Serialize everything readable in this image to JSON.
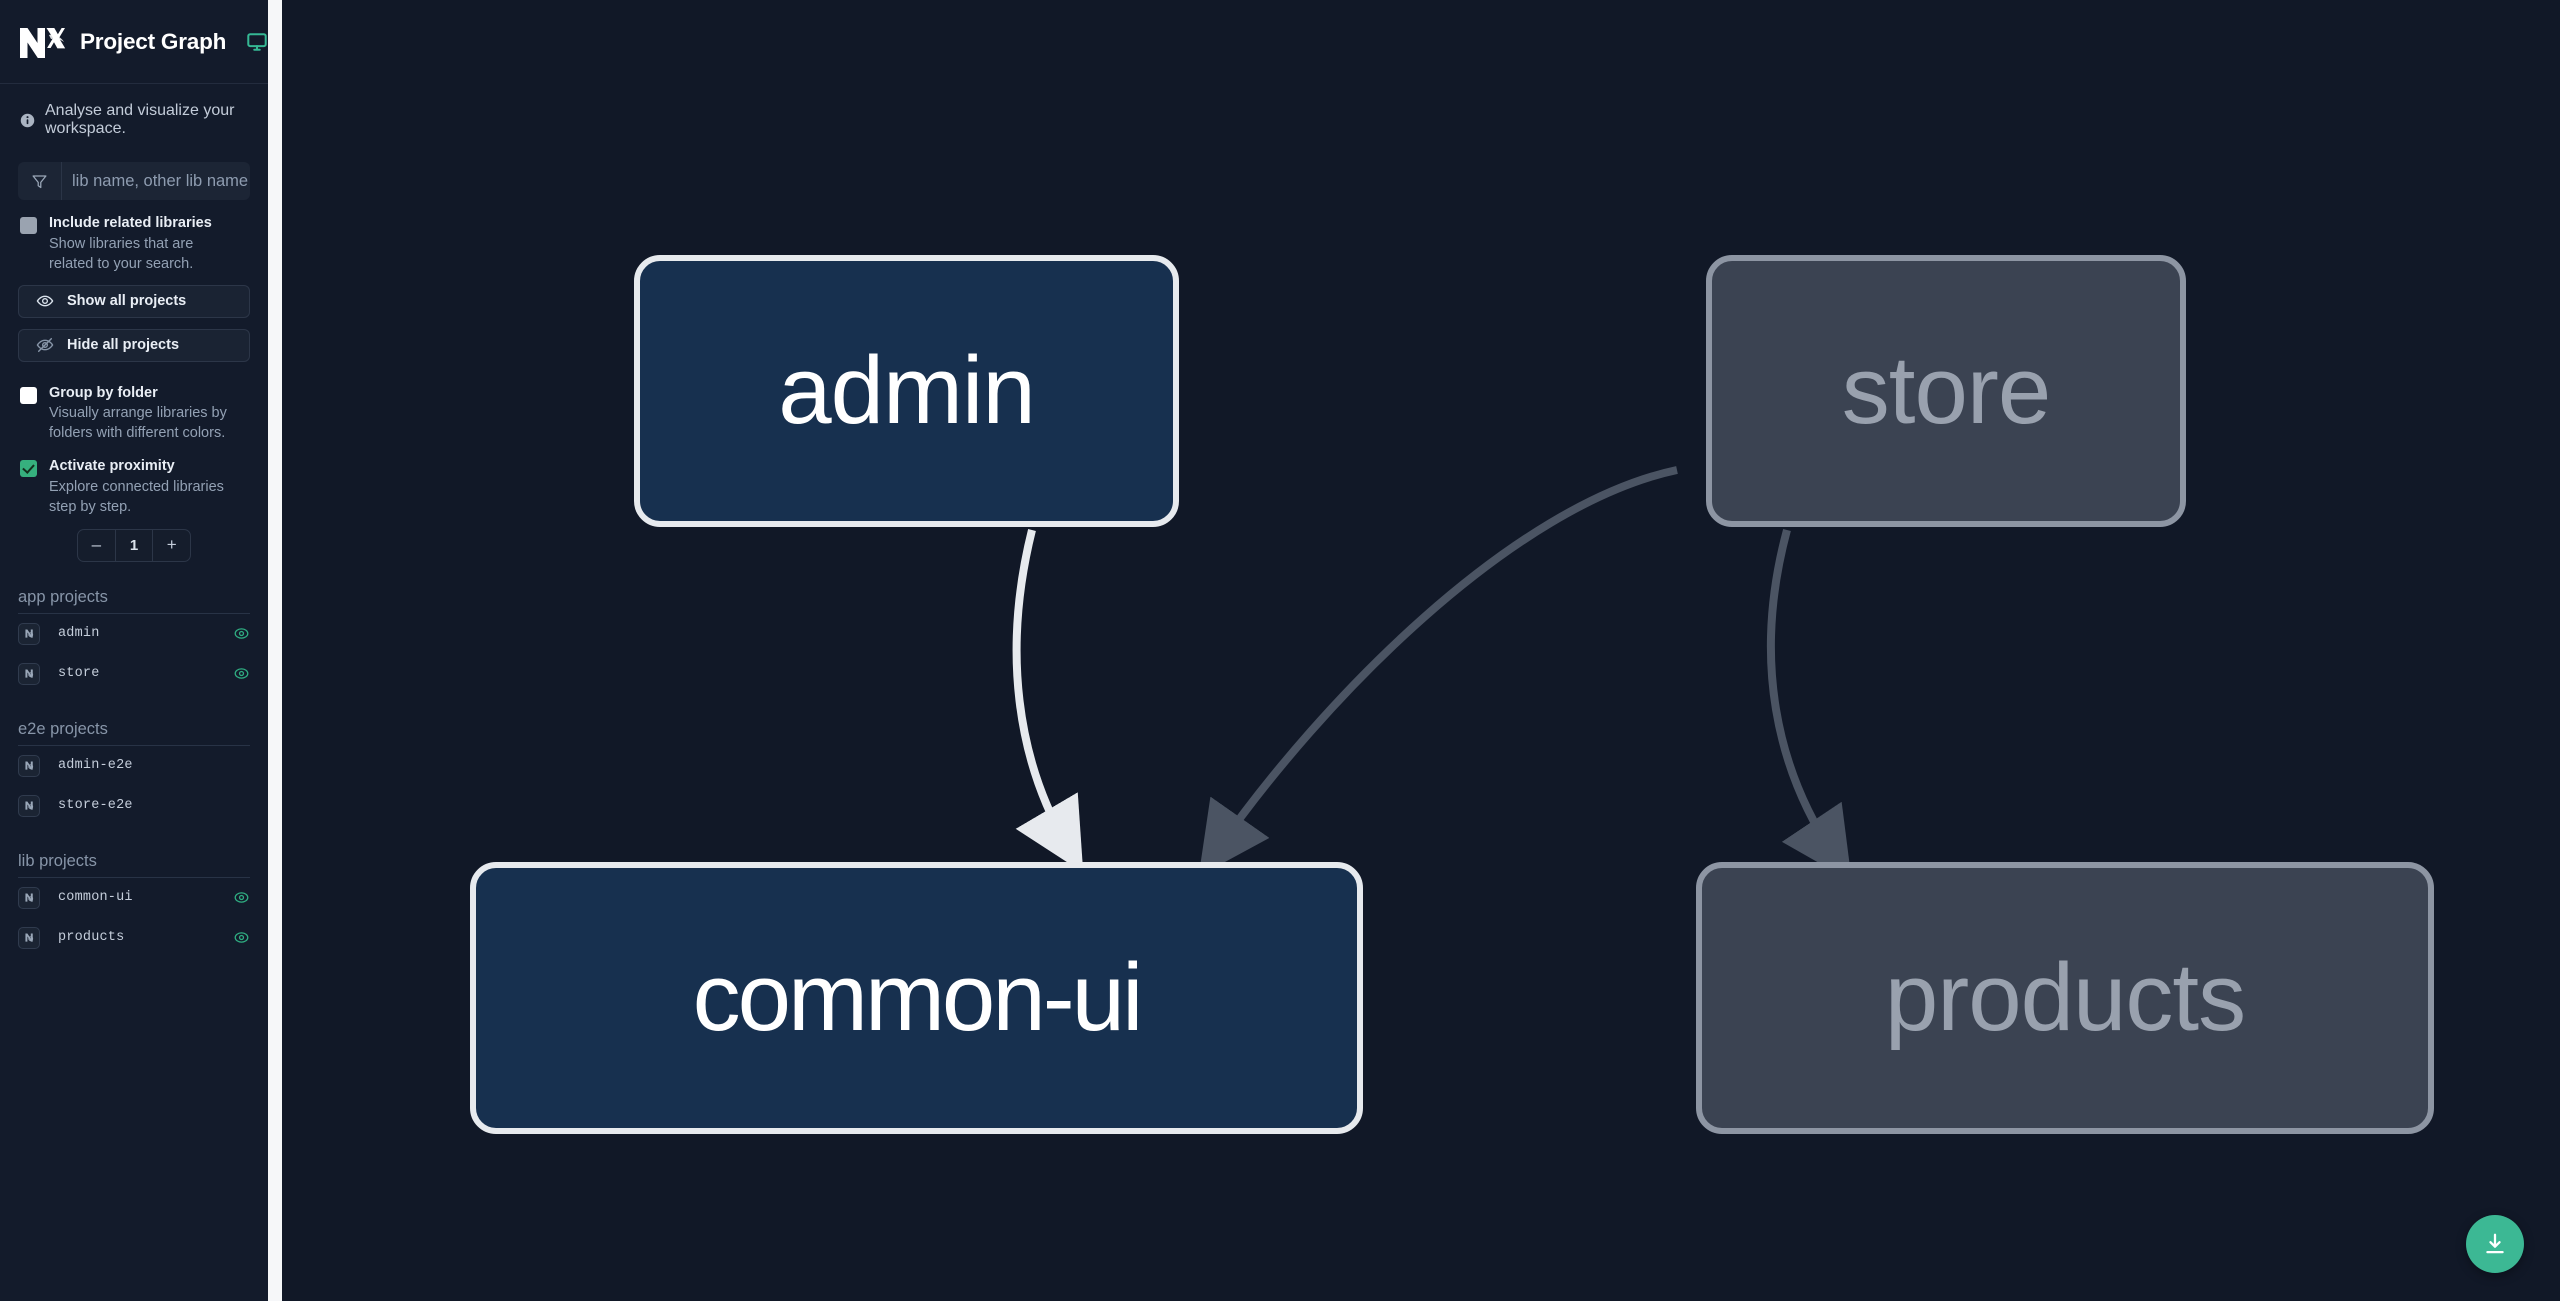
{
  "header": {
    "title": "Project Graph",
    "logo_icon": "nx-logo-icon",
    "monitor_icon": "monitor-icon",
    "accent_green": "#3cb894"
  },
  "tagline": {
    "icon": "info-icon",
    "text": "Analyse and visualize your workspace."
  },
  "search": {
    "icon": "funnel-icon",
    "placeholder": "lib name, other lib name",
    "value": ""
  },
  "options": {
    "include_related": {
      "label": "Include related libraries",
      "description": "Show libraries that are related to your search.",
      "checked": false
    },
    "group_by_folder": {
      "label": "Group by folder",
      "description": "Visually arrange libraries by folders with different colors.",
      "checked": false
    },
    "activate_proximity": {
      "label": "Activate proximity",
      "description": "Explore connected libraries step by step.",
      "checked": true
    }
  },
  "buttons": {
    "show_all": {
      "label": "Show all projects",
      "icon": "eye-icon"
    },
    "hide_all": {
      "label": "Hide all projects",
      "icon": "eye-off-icon"
    }
  },
  "stepper": {
    "decrement_label": "–",
    "value": "1",
    "increment_label": "+"
  },
  "groups": [
    {
      "title": "app projects",
      "projects": [
        {
          "name": "admin",
          "visible": true
        },
        {
          "name": "store",
          "visible": true
        }
      ]
    },
    {
      "title": "e2e projects",
      "projects": [
        {
          "name": "admin-e2e",
          "visible": false
        },
        {
          "name": "store-e2e",
          "visible": false
        }
      ]
    },
    {
      "title": "lib projects",
      "projects": [
        {
          "name": "common-ui",
          "visible": true
        },
        {
          "name": "products",
          "visible": true
        }
      ]
    }
  ],
  "graph": {
    "nodes": [
      {
        "id": "admin",
        "label": "admin",
        "state": "focused"
      },
      {
        "id": "store",
        "label": "store",
        "state": "dimmed"
      },
      {
        "id": "common-ui",
        "label": "common-ui",
        "state": "focused"
      },
      {
        "id": "products",
        "label": "products",
        "state": "dimmed"
      }
    ],
    "edges": [
      {
        "from": "admin",
        "to": "common-ui",
        "state": "highlighted"
      },
      {
        "from": "store",
        "to": "common-ui",
        "state": "dimmed"
      },
      {
        "from": "store",
        "to": "products",
        "state": "dimmed"
      }
    ],
    "edge_colors": {
      "highlighted": "#e7eaee",
      "dimmed": "#4b5463"
    }
  },
  "fab": {
    "icon": "download-icon",
    "color": "#3cb894"
  }
}
